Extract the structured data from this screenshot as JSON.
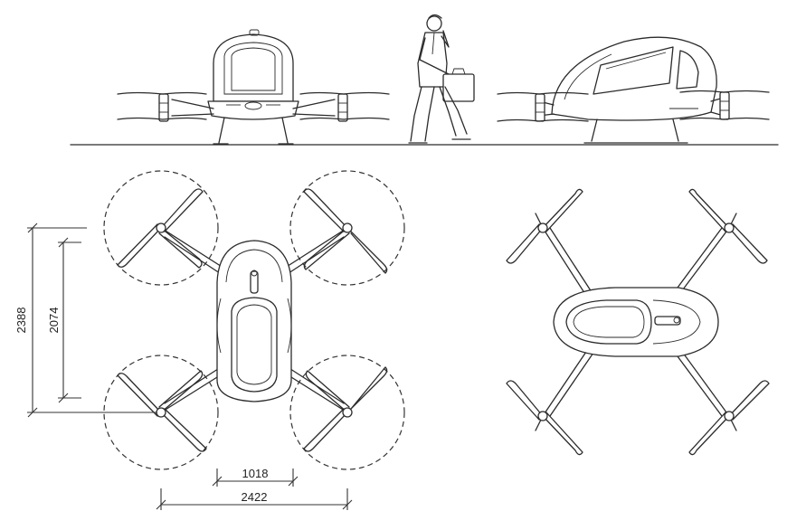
{
  "dimensions": {
    "overall_length": "2388",
    "body_length": "2074",
    "body_width": "1018",
    "overall_width": "2422"
  },
  "colors": {
    "line": "#2b2b2b",
    "background": "#ffffff"
  }
}
